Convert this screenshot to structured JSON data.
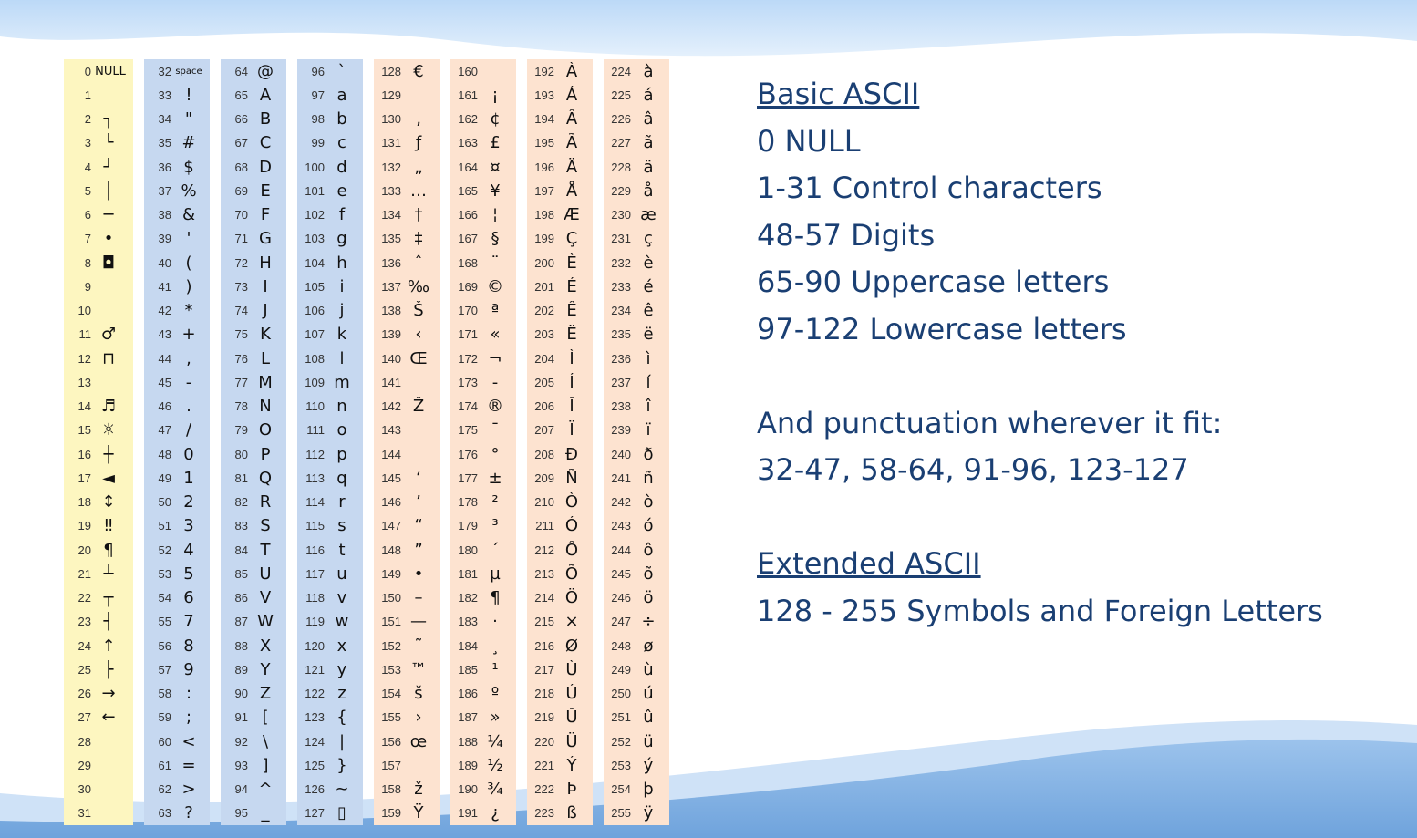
{
  "ascii_table": {
    "columns": [
      {
        "tint": "yellow",
        "cells": [
          {
            "n": "0",
            "c": "NULL",
            "word": true
          },
          {
            "n": "1",
            "c": ""
          },
          {
            "n": "2",
            "c": "┐"
          },
          {
            "n": "3",
            "c": "└"
          },
          {
            "n": "4",
            "c": "┘"
          },
          {
            "n": "5",
            "c": "│"
          },
          {
            "n": "6",
            "c": "─"
          },
          {
            "n": "7",
            "c": "•"
          },
          {
            "n": "8",
            "c": "◘"
          },
          {
            "n": "9",
            "c": ""
          },
          {
            "n": "10",
            "c": ""
          },
          {
            "n": "11",
            "c": "♂"
          },
          {
            "n": "12",
            "c": "⊓"
          },
          {
            "n": "13",
            "c": ""
          },
          {
            "n": "14",
            "c": "♬"
          },
          {
            "n": "15",
            "c": "☼"
          },
          {
            "n": "16",
            "c": "┼"
          },
          {
            "n": "17",
            "c": "◄"
          },
          {
            "n": "18",
            "c": "↕"
          },
          {
            "n": "19",
            "c": "‼"
          },
          {
            "n": "20",
            "c": "¶"
          },
          {
            "n": "21",
            "c": "┴"
          },
          {
            "n": "22",
            "c": "┬"
          },
          {
            "n": "23",
            "c": "┤"
          },
          {
            "n": "24",
            "c": "↑"
          },
          {
            "n": "25",
            "c": "├"
          },
          {
            "n": "26",
            "c": "→"
          },
          {
            "n": "27",
            "c": "←"
          },
          {
            "n": "28",
            "c": ""
          },
          {
            "n": "29",
            "c": ""
          },
          {
            "n": "30",
            "c": ""
          },
          {
            "n": "31",
            "c": ""
          }
        ]
      },
      {
        "tint": "blue",
        "cells": [
          {
            "n": "32",
            "c": "space",
            "small": true
          },
          {
            "n": "33",
            "c": "!"
          },
          {
            "n": "34",
            "c": "\""
          },
          {
            "n": "35",
            "c": "#"
          },
          {
            "n": "36",
            "c": "$"
          },
          {
            "n": "37",
            "c": "%"
          },
          {
            "n": "38",
            "c": "&"
          },
          {
            "n": "39",
            "c": "'"
          },
          {
            "n": "40",
            "c": "("
          },
          {
            "n": "41",
            "c": ")"
          },
          {
            "n": "42",
            "c": "*"
          },
          {
            "n": "43",
            "c": "+"
          },
          {
            "n": "44",
            "c": ","
          },
          {
            "n": "45",
            "c": "-"
          },
          {
            "n": "46",
            "c": "."
          },
          {
            "n": "47",
            "c": "/"
          },
          {
            "n": "48",
            "c": "0"
          },
          {
            "n": "49",
            "c": "1"
          },
          {
            "n": "50",
            "c": "2"
          },
          {
            "n": "51",
            "c": "3"
          },
          {
            "n": "52",
            "c": "4"
          },
          {
            "n": "53",
            "c": "5"
          },
          {
            "n": "54",
            "c": "6"
          },
          {
            "n": "55",
            "c": "7"
          },
          {
            "n": "56",
            "c": "8"
          },
          {
            "n": "57",
            "c": "9"
          },
          {
            "n": "58",
            "c": ":"
          },
          {
            "n": "59",
            "c": ";"
          },
          {
            "n": "60",
            "c": "<"
          },
          {
            "n": "61",
            "c": "="
          },
          {
            "n": "62",
            "c": ">"
          },
          {
            "n": "63",
            "c": "?"
          }
        ]
      },
      {
        "tint": "blue",
        "cells": [
          {
            "n": "64",
            "c": "@"
          },
          {
            "n": "65",
            "c": "A"
          },
          {
            "n": "66",
            "c": "B"
          },
          {
            "n": "67",
            "c": "C"
          },
          {
            "n": "68",
            "c": "D"
          },
          {
            "n": "69",
            "c": "E"
          },
          {
            "n": "70",
            "c": "F"
          },
          {
            "n": "71",
            "c": "G"
          },
          {
            "n": "72",
            "c": "H"
          },
          {
            "n": "73",
            "c": "I"
          },
          {
            "n": "74",
            "c": "J"
          },
          {
            "n": "75",
            "c": "K"
          },
          {
            "n": "76",
            "c": "L"
          },
          {
            "n": "77",
            "c": "M"
          },
          {
            "n": "78",
            "c": "N"
          },
          {
            "n": "79",
            "c": "O"
          },
          {
            "n": "80",
            "c": "P"
          },
          {
            "n": "81",
            "c": "Q"
          },
          {
            "n": "82",
            "c": "R"
          },
          {
            "n": "83",
            "c": "S"
          },
          {
            "n": "84",
            "c": "T"
          },
          {
            "n": "85",
            "c": "U"
          },
          {
            "n": "86",
            "c": "V"
          },
          {
            "n": "87",
            "c": "W"
          },
          {
            "n": "88",
            "c": "X"
          },
          {
            "n": "89",
            "c": "Y"
          },
          {
            "n": "90",
            "c": "Z"
          },
          {
            "n": "91",
            "c": "["
          },
          {
            "n": "92",
            "c": "\\"
          },
          {
            "n": "93",
            "c": "]"
          },
          {
            "n": "94",
            "c": "^"
          },
          {
            "n": "95",
            "c": "_"
          }
        ]
      },
      {
        "tint": "blue",
        "cells": [
          {
            "n": "96",
            "c": "`"
          },
          {
            "n": "97",
            "c": "a"
          },
          {
            "n": "98",
            "c": "b"
          },
          {
            "n": "99",
            "c": "c"
          },
          {
            "n": "100",
            "c": "d"
          },
          {
            "n": "101",
            "c": "e"
          },
          {
            "n": "102",
            "c": "f"
          },
          {
            "n": "103",
            "c": "g"
          },
          {
            "n": "104",
            "c": "h"
          },
          {
            "n": "105",
            "c": "i"
          },
          {
            "n": "106",
            "c": "j"
          },
          {
            "n": "107",
            "c": "k"
          },
          {
            "n": "108",
            "c": "l"
          },
          {
            "n": "109",
            "c": "m"
          },
          {
            "n": "110",
            "c": "n"
          },
          {
            "n": "111",
            "c": "o"
          },
          {
            "n": "112",
            "c": "p"
          },
          {
            "n": "113",
            "c": "q"
          },
          {
            "n": "114",
            "c": "r"
          },
          {
            "n": "115",
            "c": "s"
          },
          {
            "n": "116",
            "c": "t"
          },
          {
            "n": "117",
            "c": "u"
          },
          {
            "n": "118",
            "c": "v"
          },
          {
            "n": "119",
            "c": "w"
          },
          {
            "n": "120",
            "c": "x"
          },
          {
            "n": "121",
            "c": "y"
          },
          {
            "n": "122",
            "c": "z"
          },
          {
            "n": "123",
            "c": "{"
          },
          {
            "n": "124",
            "c": "|"
          },
          {
            "n": "125",
            "c": "}"
          },
          {
            "n": "126",
            "c": "~"
          },
          {
            "n": "127",
            "c": "▯"
          }
        ]
      },
      {
        "tint": "peach",
        "cells": [
          {
            "n": "128",
            "c": "€"
          },
          {
            "n": "129",
            "c": ""
          },
          {
            "n": "130",
            "c": "‚"
          },
          {
            "n": "131",
            "c": "ƒ"
          },
          {
            "n": "132",
            "c": "„"
          },
          {
            "n": "133",
            "c": "…"
          },
          {
            "n": "134",
            "c": "†"
          },
          {
            "n": "135",
            "c": "‡"
          },
          {
            "n": "136",
            "c": "ˆ"
          },
          {
            "n": "137",
            "c": "‰"
          },
          {
            "n": "138",
            "c": "Š"
          },
          {
            "n": "139",
            "c": "‹"
          },
          {
            "n": "140",
            "c": "Œ"
          },
          {
            "n": "141",
            "c": ""
          },
          {
            "n": "142",
            "c": "Ž"
          },
          {
            "n": "143",
            "c": ""
          },
          {
            "n": "144",
            "c": ""
          },
          {
            "n": "145",
            "c": "‘"
          },
          {
            "n": "146",
            "c": "’"
          },
          {
            "n": "147",
            "c": "“"
          },
          {
            "n": "148",
            "c": "”"
          },
          {
            "n": "149",
            "c": "•"
          },
          {
            "n": "150",
            "c": "–"
          },
          {
            "n": "151",
            "c": "—"
          },
          {
            "n": "152",
            "c": "˜"
          },
          {
            "n": "153",
            "c": "™"
          },
          {
            "n": "154",
            "c": "š"
          },
          {
            "n": "155",
            "c": "›"
          },
          {
            "n": "156",
            "c": "œ"
          },
          {
            "n": "157",
            "c": ""
          },
          {
            "n": "158",
            "c": "ž"
          },
          {
            "n": "159",
            "c": "Ÿ"
          }
        ]
      },
      {
        "tint": "peach",
        "cells": [
          {
            "n": "160",
            "c": ""
          },
          {
            "n": "161",
            "c": "¡"
          },
          {
            "n": "162",
            "c": "¢"
          },
          {
            "n": "163",
            "c": "£"
          },
          {
            "n": "164",
            "c": "¤"
          },
          {
            "n": "165",
            "c": "¥"
          },
          {
            "n": "166",
            "c": "¦"
          },
          {
            "n": "167",
            "c": "§"
          },
          {
            "n": "168",
            "c": "¨"
          },
          {
            "n": "169",
            "c": "©"
          },
          {
            "n": "170",
            "c": "ª"
          },
          {
            "n": "171",
            "c": "«"
          },
          {
            "n": "172",
            "c": "¬"
          },
          {
            "n": "173",
            "c": "-"
          },
          {
            "n": "174",
            "c": "®"
          },
          {
            "n": "175",
            "c": "¯"
          },
          {
            "n": "176",
            "c": "°"
          },
          {
            "n": "177",
            "c": "±"
          },
          {
            "n": "178",
            "c": "²"
          },
          {
            "n": "179",
            "c": "³"
          },
          {
            "n": "180",
            "c": "´"
          },
          {
            "n": "181",
            "c": "µ"
          },
          {
            "n": "182",
            "c": "¶"
          },
          {
            "n": "183",
            "c": "·"
          },
          {
            "n": "184",
            "c": "¸"
          },
          {
            "n": "185",
            "c": "¹"
          },
          {
            "n": "186",
            "c": "º"
          },
          {
            "n": "187",
            "c": "»"
          },
          {
            "n": "188",
            "c": "¼"
          },
          {
            "n": "189",
            "c": "½"
          },
          {
            "n": "190",
            "c": "¾"
          },
          {
            "n": "191",
            "c": "¿"
          }
        ]
      },
      {
        "tint": "peach",
        "cells": [
          {
            "n": "192",
            "c": "À"
          },
          {
            "n": "193",
            "c": "Á"
          },
          {
            "n": "194",
            "c": "Â"
          },
          {
            "n": "195",
            "c": "Ã"
          },
          {
            "n": "196",
            "c": "Ä"
          },
          {
            "n": "197",
            "c": "Å"
          },
          {
            "n": "198",
            "c": "Æ"
          },
          {
            "n": "199",
            "c": "Ç"
          },
          {
            "n": "200",
            "c": "È"
          },
          {
            "n": "201",
            "c": "É"
          },
          {
            "n": "202",
            "c": "Ê"
          },
          {
            "n": "203",
            "c": "Ë"
          },
          {
            "n": "204",
            "c": "Ì"
          },
          {
            "n": "205",
            "c": "Í"
          },
          {
            "n": "206",
            "c": "Î"
          },
          {
            "n": "207",
            "c": "Ï"
          },
          {
            "n": "208",
            "c": "Ð"
          },
          {
            "n": "209",
            "c": "Ñ"
          },
          {
            "n": "210",
            "c": "Ò"
          },
          {
            "n": "211",
            "c": "Ó"
          },
          {
            "n": "212",
            "c": "Ô"
          },
          {
            "n": "213",
            "c": "Õ"
          },
          {
            "n": "214",
            "c": "Ö"
          },
          {
            "n": "215",
            "c": "×"
          },
          {
            "n": "216",
            "c": "Ø"
          },
          {
            "n": "217",
            "c": "Ù"
          },
          {
            "n": "218",
            "c": "Ú"
          },
          {
            "n": "219",
            "c": "Û"
          },
          {
            "n": "220",
            "c": "Ü"
          },
          {
            "n": "221",
            "c": "Ý"
          },
          {
            "n": "222",
            "c": "Þ"
          },
          {
            "n": "223",
            "c": "ß"
          }
        ]
      },
      {
        "tint": "peach",
        "cells": [
          {
            "n": "224",
            "c": "à"
          },
          {
            "n": "225",
            "c": "á"
          },
          {
            "n": "226",
            "c": "â"
          },
          {
            "n": "227",
            "c": "ã"
          },
          {
            "n": "228",
            "c": "ä"
          },
          {
            "n": "229",
            "c": "å"
          },
          {
            "n": "230",
            "c": "æ"
          },
          {
            "n": "231",
            "c": "ç"
          },
          {
            "n": "232",
            "c": "è"
          },
          {
            "n": "233",
            "c": "é"
          },
          {
            "n": "234",
            "c": "ê"
          },
          {
            "n": "235",
            "c": "ë"
          },
          {
            "n": "236",
            "c": "ì"
          },
          {
            "n": "237",
            "c": "í"
          },
          {
            "n": "238",
            "c": "î"
          },
          {
            "n": "239",
            "c": "ï"
          },
          {
            "n": "240",
            "c": "ð"
          },
          {
            "n": "241",
            "c": "ñ"
          },
          {
            "n": "242",
            "c": "ò"
          },
          {
            "n": "243",
            "c": "ó"
          },
          {
            "n": "244",
            "c": "ô"
          },
          {
            "n": "245",
            "c": "õ"
          },
          {
            "n": "246",
            "c": "ö"
          },
          {
            "n": "247",
            "c": "÷"
          },
          {
            "n": "248",
            "c": "ø"
          },
          {
            "n": "249",
            "c": "ù"
          },
          {
            "n": "250",
            "c": "ú"
          },
          {
            "n": "251",
            "c": "û"
          },
          {
            "n": "252",
            "c": "ü"
          },
          {
            "n": "253",
            "c": "ý"
          },
          {
            "n": "254",
            "c": "þ"
          },
          {
            "n": "255",
            "c": "ÿ"
          }
        ]
      }
    ]
  },
  "notes": {
    "basic_heading": "Basic ASCII",
    "basic_items": [
      "0 NULL",
      "1-31 Control characters",
      "48-57 Digits",
      "65-90 Uppercase letters",
      "97-122 Lowercase letters"
    ],
    "punct_line1": "And punctuation wherever it fit:",
    "punct_line2": "32-47, 58-64, 91-96, 123-127",
    "extended_heading": "Extended ASCII",
    "extended_item": "128 - 255 Symbols and Foreign Letters"
  },
  "colors": {
    "text": "#1a3f73",
    "wave_light": "#d2e6fb",
    "wave_dark": "#7fb0e3",
    "tint_yellow": "#fdf6c0",
    "tint_blue": "#c6d8f0",
    "tint_peach": "#fde3d0"
  }
}
